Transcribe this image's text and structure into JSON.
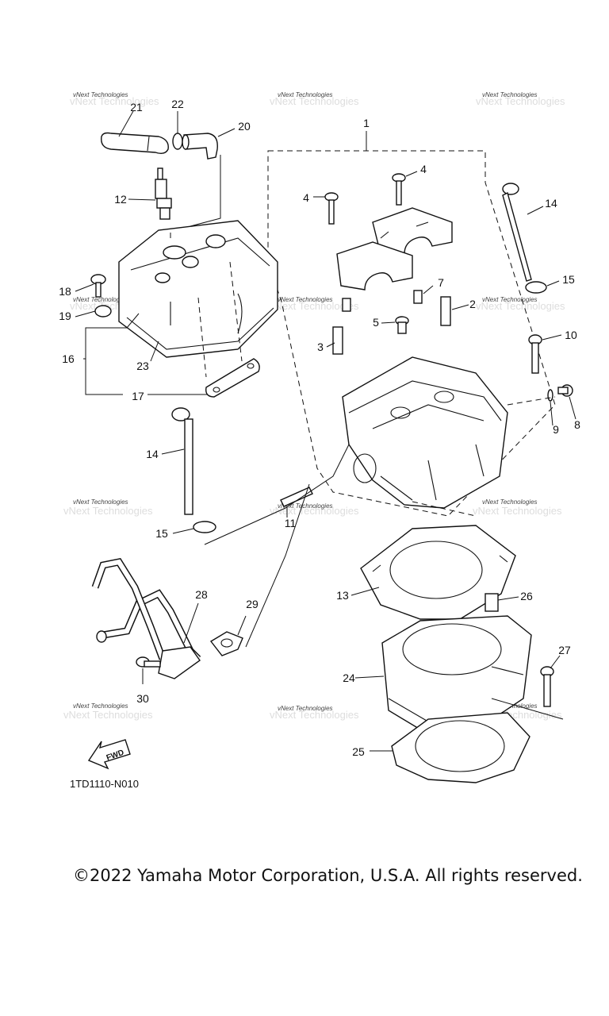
{
  "diagram": {
    "part_numbers": [
      "1",
      "2",
      "3",
      "4",
      "4",
      "5",
      "7",
      "8",
      "9",
      "10",
      "11",
      "12",
      "13",
      "14",
      "14",
      "15",
      "15",
      "16",
      "17",
      "18",
      "19",
      "20",
      "21",
      "22",
      "23",
      "24",
      "25",
      "26",
      "27",
      "28",
      "29",
      "30"
    ],
    "figure_code": "1TD1110-N010",
    "fwd_label": "FWD",
    "watermark": "vNext Technologies",
    "copyright": "©2022 Yamaha Motor Corporation, U.S.A. All rights reserved."
  }
}
